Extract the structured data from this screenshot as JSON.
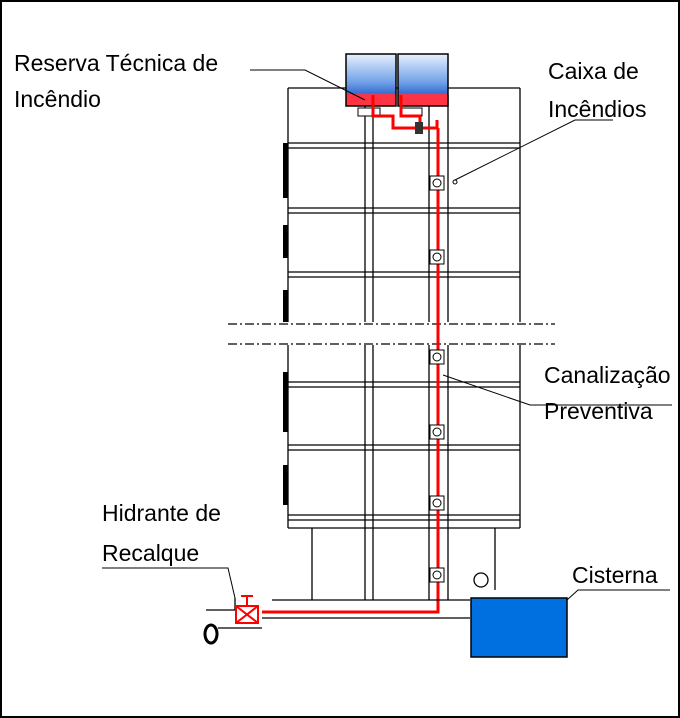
{
  "labels": {
    "reserva_line1": "Reserva Técnica de",
    "reserva_line2": "Incêndio",
    "caixa_line1": "Caixa de",
    "caixa_line2": "Incêndios",
    "canalizacao_line1": "Canalização",
    "canalizacao_line2": "Preventiva",
    "hidrante_line1": "Hidrante de",
    "hidrante_line2": "Recalque",
    "cisterna": "Cisterna"
  },
  "colors": {
    "pipe": "#ff0000",
    "cistern": "#0070e0",
    "tank_top": "#6fa0e6",
    "tank_bottom": "#ff3344",
    "structure": "#000000"
  }
}
